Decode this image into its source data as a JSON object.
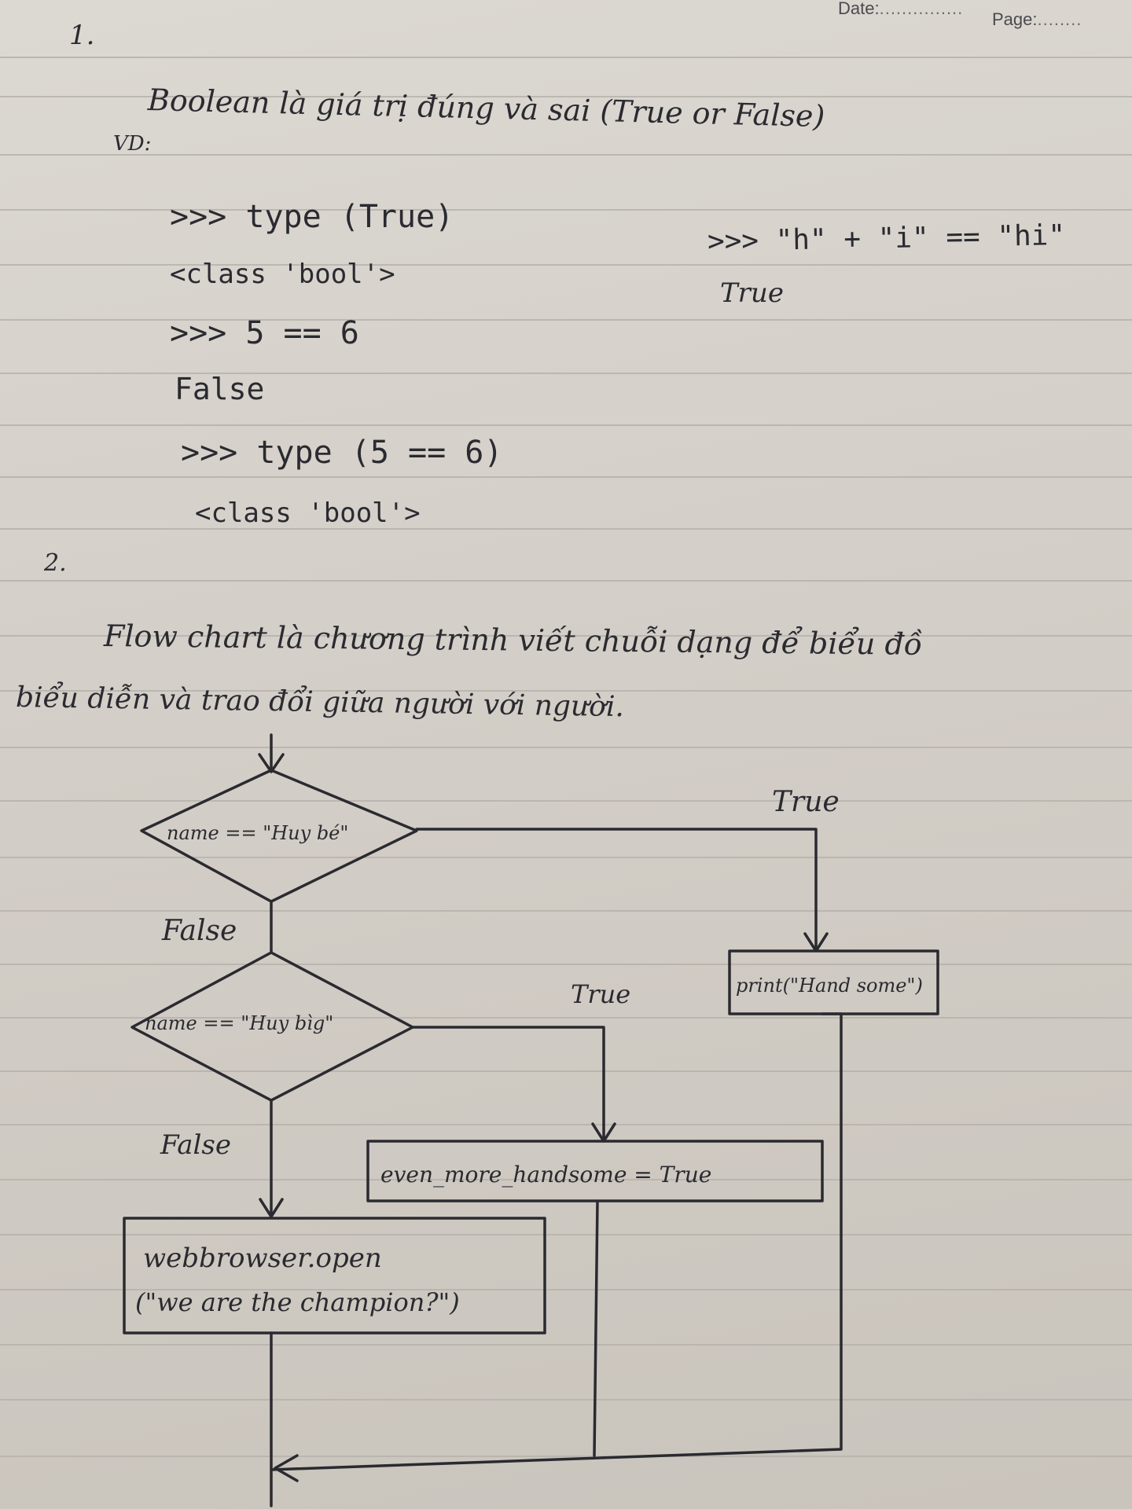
{
  "header": {
    "date_label": "Date:",
    "page_label": "Page:"
  },
  "section1": {
    "number": "1.",
    "definition": "Boolean là giá trị đúng và sai (True or False)",
    "example_label": "VD:",
    "code": [
      ">>> type (True)",
      "<class 'bool'>",
      ">>> 5 == 6",
      "False",
      ">>> type (5 == 6)",
      "<class 'bool'>"
    ],
    "side_code": [
      ">>> \"h\" + \"i\" == \"hi\"",
      "True"
    ]
  },
  "section2": {
    "number": "2.",
    "definition_line1": "Flow chart là chương trình viết chuỗi dạng để biểu đồ",
    "definition_line2": "biểu diễn và trao đổi giữa người với người."
  },
  "flowchart": {
    "decision1": "name == \"Huy bé\"",
    "decision2": "name == \"Huy bìg\"",
    "true_label_1": "True",
    "false_label_1": "False",
    "true_label_2": "True",
    "false_label_2": "False",
    "process_print": "print(\"Hand some\")",
    "process_assign": "even_more_handsome = True",
    "process_open_line1": "webbrowser.open",
    "process_open_line2": "(\"we are the champion?\")"
  }
}
